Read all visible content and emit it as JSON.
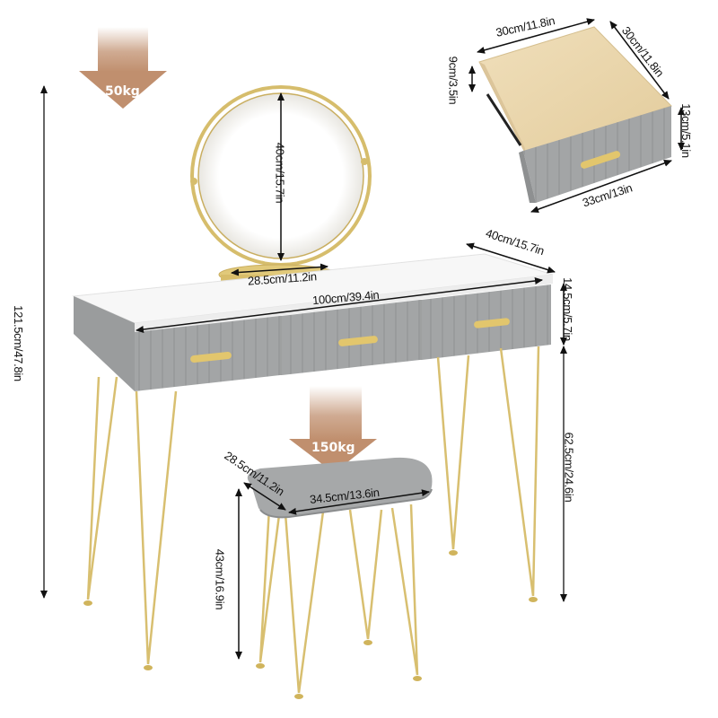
{
  "colors": {
    "background": "#ffffff",
    "drawer_gray": "#a3a5a6",
    "drawer_gray_dark": "#8d8f90",
    "tabletop_white": "#f7f7f7",
    "gold": "#d9bf6a",
    "gold_dark": "#b89b45",
    "wood": "#ead7b0",
    "load_arrow": "#c08f6e",
    "dimension_line": "#111111"
  },
  "load_ratings": {
    "table_top": "50kg",
    "stool": "150kg"
  },
  "dimensions": {
    "overall_height": "121.5cm/47.8in",
    "mirror_height": "40cm/15.7in",
    "mirror_base_width": "28.5cm/11.2in",
    "table_width": "100cm/39.4in",
    "table_depth": "40cm/15.7in",
    "apron_height": "14.5cm/5.7in",
    "leg_height": "62.5cm/24.6in",
    "stool_depth": "28.5cm/11.2in",
    "stool_width": "34.5cm/13.6in",
    "stool_height": "43cm/16.9in"
  },
  "drawer_detail": {
    "inner_width": "30cm/11.8in",
    "inner_depth": "30cm/11.8in",
    "inner_height": "9cm/3.5in",
    "front_height": "13cm/5.1in",
    "front_width": "33cm/13in"
  }
}
